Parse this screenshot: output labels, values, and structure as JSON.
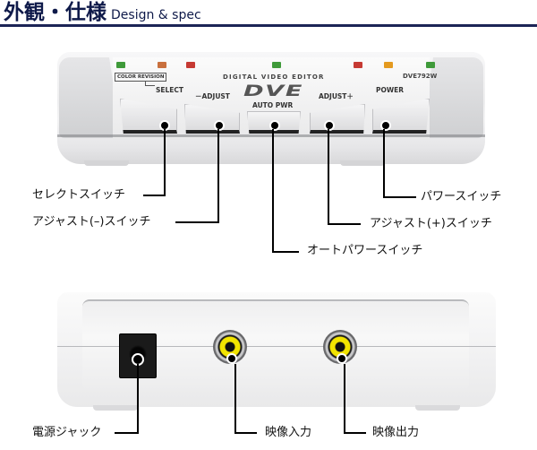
{
  "header": {
    "title": "外観・仕様",
    "subtitle": "Design & spec",
    "accent_color": "#1c2456"
  },
  "front_panel": {
    "brand_subtitle": "DIGITAL VIDEO EDITOR",
    "brand_logo": "DVE",
    "model": "DVE792W",
    "color_revision_label": "COLOR REVISION",
    "button_labels": {
      "select": "SELECT",
      "adjust_minus": "－ADJUST",
      "auto_pwr": "AUTO PWR",
      "adjust_plus": "ADJUST＋",
      "power": "POWER"
    },
    "leds": [
      {
        "name": "led-1",
        "color": "#3f9a3a"
      },
      {
        "name": "led-2",
        "color": "#c9703e"
      },
      {
        "name": "led-3",
        "color": "#c63a33"
      },
      {
        "name": "led-4",
        "color": "#3f9a3a"
      },
      {
        "name": "led-5",
        "color": "#c63a33"
      },
      {
        "name": "led-6",
        "color": "#e49a20"
      },
      {
        "name": "led-7",
        "color": "#3f9a3a"
      }
    ]
  },
  "callouts": {
    "select_switch": "セレクトスイッチ",
    "adjust_minus_switch": "アジャスト(–)スイッチ",
    "auto_power_switch": "オートパワースイッチ",
    "adjust_plus_switch": "アジャスト(+)スイッチ",
    "power_switch": "パワースイッチ",
    "power_jack": "電源ジャック",
    "video_in": "映像入力",
    "video_out": "映像出力"
  }
}
